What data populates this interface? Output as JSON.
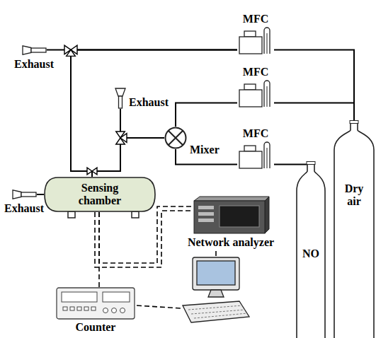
{
  "diagram": {
    "nodes": [
      {
        "text": [
          "MFC"
        ]
      },
      {
        "text": [
          "MFC"
        ]
      },
      {
        "text": [
          "MFC"
        ]
      },
      {
        "text": [
          "Exhaust"
        ]
      },
      {
        "text": [
          "Exhaust"
        ]
      },
      {
        "text": [
          "Mixer"
        ]
      },
      {
        "text": [
          "Sensing chamber"
        ]
      },
      {
        "text": [
          "Exhaust"
        ]
      },
      {
        "text": [
          "Network analyzer"
        ]
      },
      {
        "text": [
          "NO"
        ]
      },
      {
        "text": [
          "Dry air"
        ]
      },
      {
        "text": [
          "Counter"
        ]
      }
    ],
    "edges": [
      {
        "from": 10,
        "to": 0,
        "arrow": "none"
      },
      {
        "from": 10,
        "to": 1,
        "arrow": "none"
      },
      {
        "from": 9,
        "to": 2,
        "arrow": "none"
      },
      {
        "from": 1,
        "to": 5,
        "arrow": "none"
      },
      {
        "from": 2,
        "to": 5,
        "arrow": "none"
      },
      {
        "from": 0,
        "to": 3,
        "arrow": "none"
      },
      {
        "from": 0,
        "to": 6,
        "arrow": "none"
      },
      {
        "from": 5,
        "to": 4,
        "arrow": "none"
      },
      {
        "from": 5,
        "to": 6,
        "arrow": "none"
      },
      {
        "from": 6,
        "to": 7,
        "arrow": "none"
      },
      {
        "from": 6,
        "to": 8,
        "arrow": "none"
      },
      {
        "from": 6,
        "to": 11,
        "arrow": "none"
      }
    ]
  }
}
